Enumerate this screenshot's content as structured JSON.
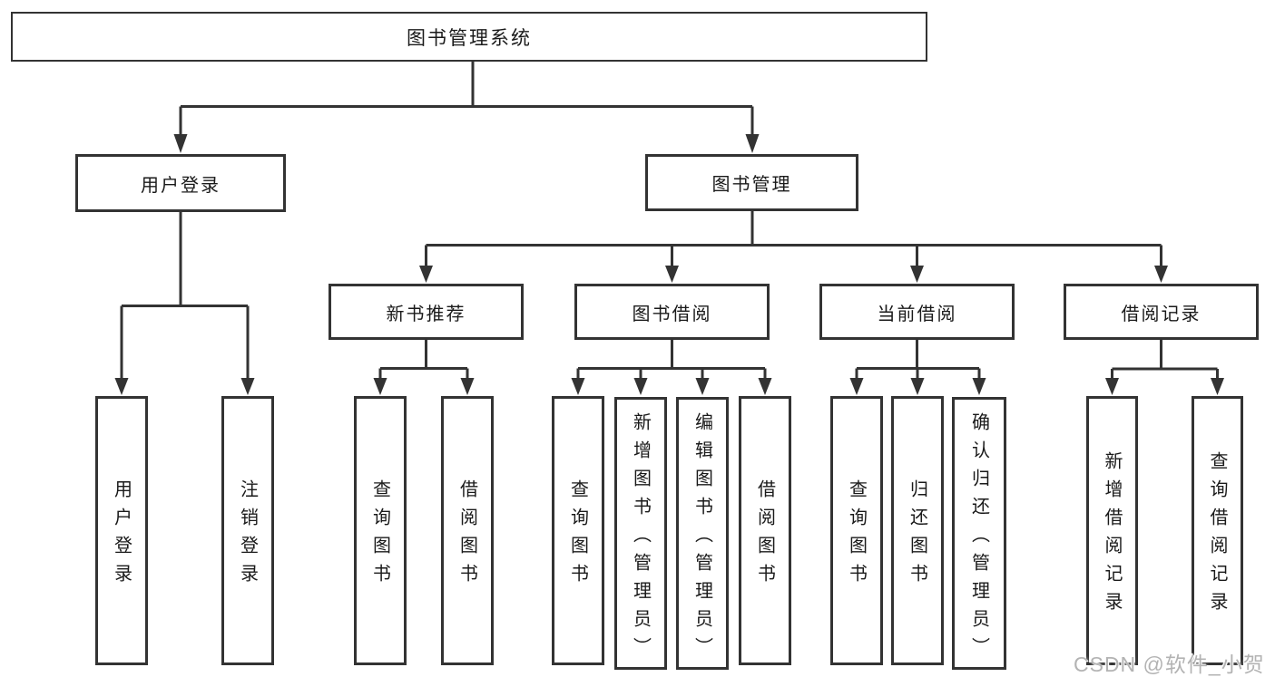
{
  "watermark": "CSDN @软件_小贺同学",
  "colors": {
    "line": "#333333",
    "box_border": "#333333",
    "text": "#1a1a1a",
    "watermark": "#b3b3b3",
    "background": "#ffffff"
  },
  "tree": {
    "root": {
      "label": "图书管理系统"
    },
    "level2": [
      {
        "label": "用户登录",
        "leaves": [
          "用户登录",
          "注销登录"
        ]
      },
      {
        "label": "图书管理",
        "level3": [
          {
            "label": "新书推荐",
            "leaves": [
              "查询图书",
              "借阅图书"
            ]
          },
          {
            "label": "图书借阅",
            "leaves": [
              "查询图书",
              "新增图书（管理员）",
              "编辑图书（管理员）",
              "借阅图书"
            ]
          },
          {
            "label": "当前借阅",
            "leaves": [
              "查询图书",
              "归还图书",
              "确认归还（管理员）"
            ]
          },
          {
            "label": "借阅记录",
            "leaves": [
              "新增借阅记录",
              "查询借阅记录"
            ]
          }
        ]
      }
    ]
  }
}
